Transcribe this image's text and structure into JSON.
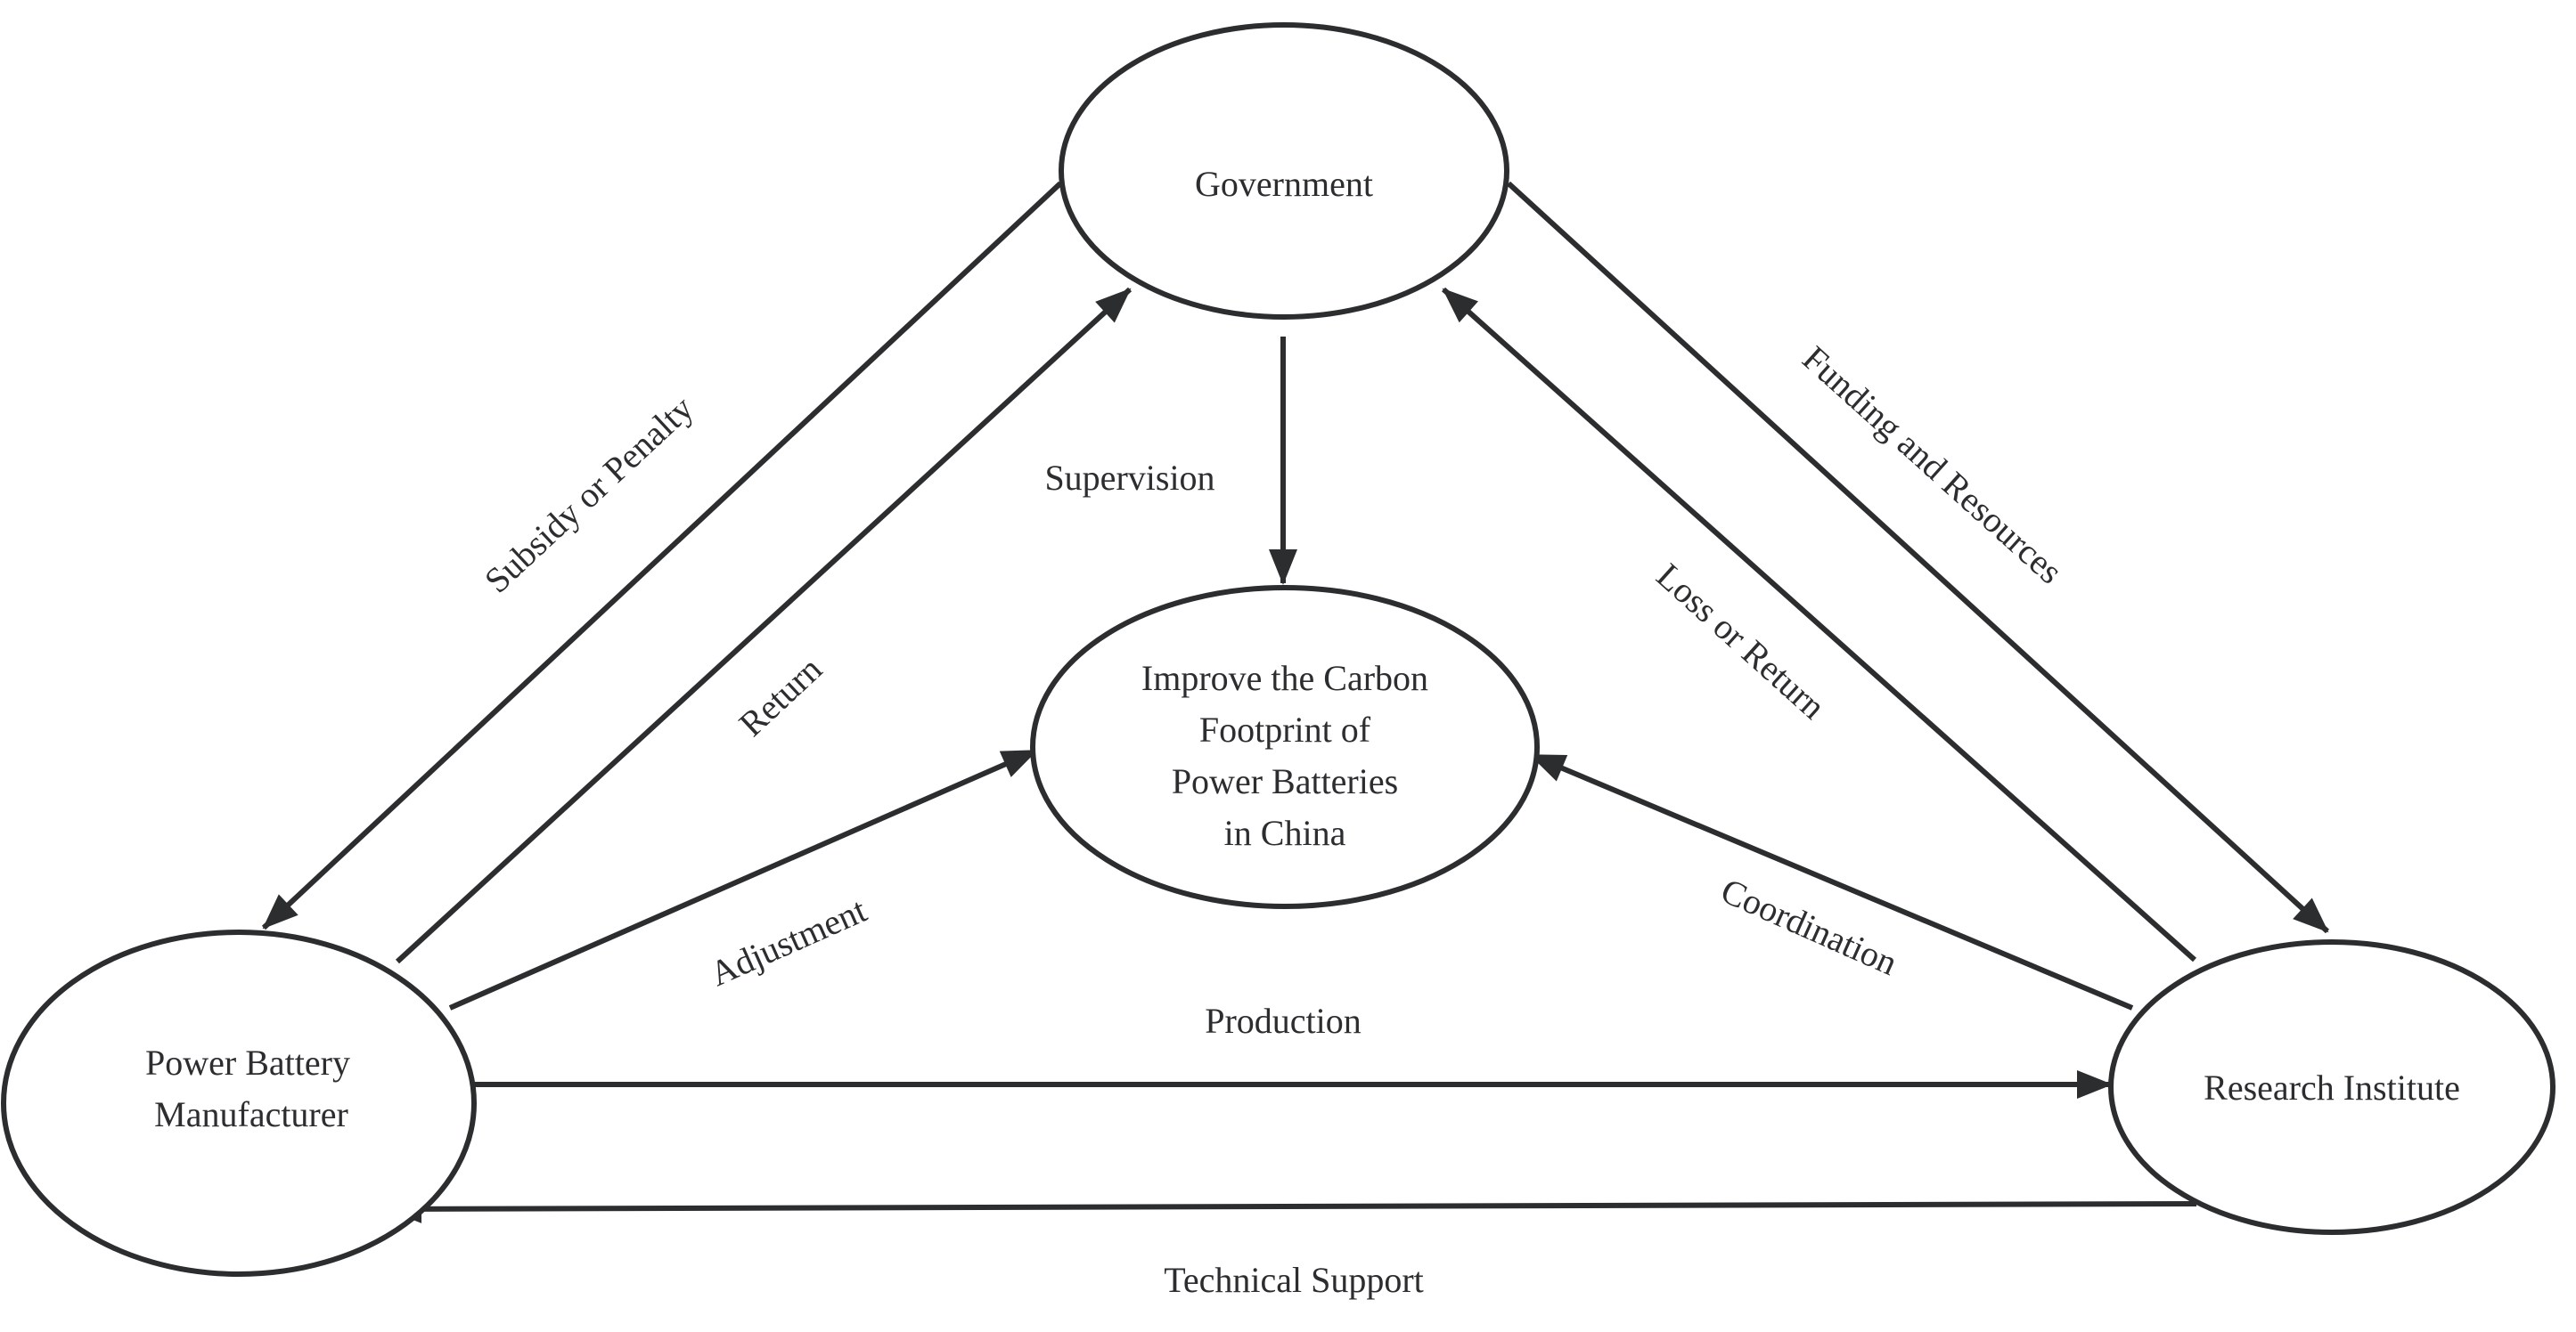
{
  "colors": {
    "line": "#2b2d2f",
    "node_fill": "#ffffff",
    "background": "#ffffff"
  },
  "nodes": {
    "government": {
      "label": "Government"
    },
    "carbon_goal": {
      "lines": [
        "Improve the Carbon",
        "Footprint of",
        "Power Batteries",
        "in China"
      ]
    },
    "manufacturer": {
      "lines": [
        "Power Battery",
        "Manufacturer"
      ]
    },
    "research": {
      "label": "Research Institute"
    }
  },
  "edges": {
    "subsidy_or_penalty": "Subsidy or Penalty",
    "return": "Return",
    "supervision": "Supervision",
    "funding_and_resources": "Funding and Resources",
    "loss_or_return": "Loss or Return",
    "adjustment": "Adjustment",
    "coordination": "Coordination",
    "production": "Production",
    "technical_support": "Technical Support"
  }
}
